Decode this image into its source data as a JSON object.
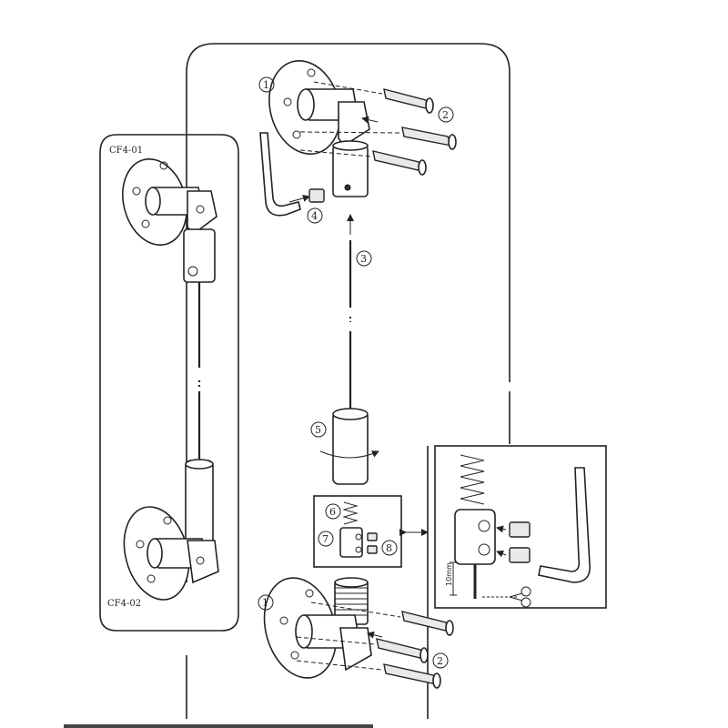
{
  "diagram": {
    "left_panel": {
      "top_code": "CF4-01",
      "bottom_code": "CF4-02"
    },
    "callouts": {
      "c1_top": "1",
      "c2_top": "2",
      "c3": "3",
      "c4": "4",
      "c5": "5",
      "c6": "6",
      "c7": "7",
      "c8": "8",
      "c1_bottom": "1",
      "c2_bottom": "2"
    },
    "detail": {
      "dimension": "10mm"
    }
  }
}
